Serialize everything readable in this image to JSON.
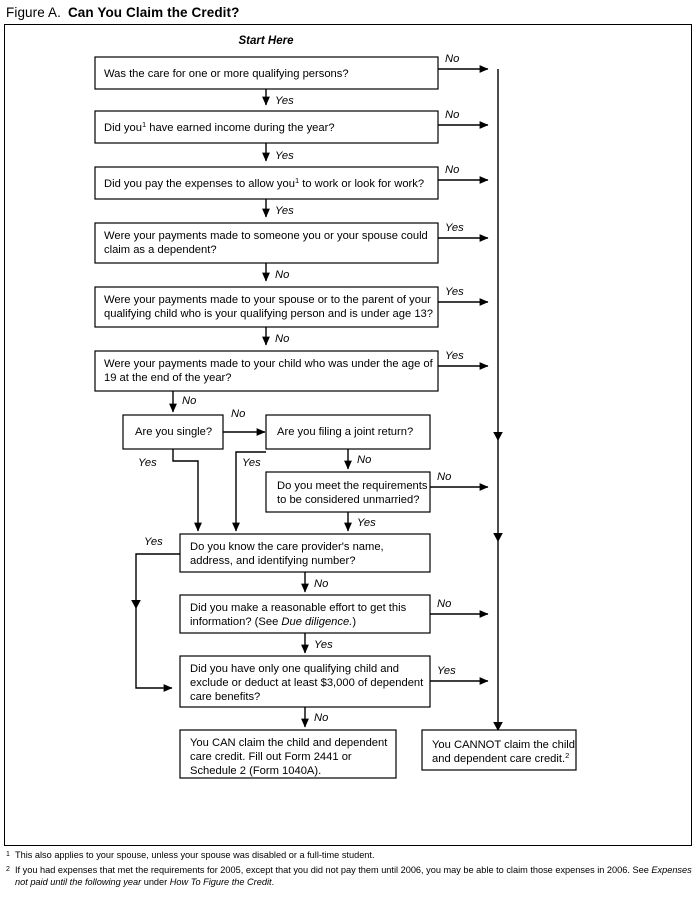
{
  "title": {
    "figure_label": "Figure A.",
    "heading": "Can You Claim the Credit?"
  },
  "flowchart": {
    "start_label": "Start Here",
    "nodes": [
      {
        "id": "q1",
        "text": "Was the care for one or more qualifying persons?"
      },
      {
        "id": "q2",
        "text": "Did you¹ have earned income during the year?"
      },
      {
        "id": "q3",
        "text": "Did you pay the expenses to allow you¹ to work or look for work?"
      },
      {
        "id": "q4",
        "line1": "Were your payments made to someone you or your spouse could",
        "line2": "claim as a dependent?"
      },
      {
        "id": "q5",
        "line1": "Were your payments made to your spouse or to the parent of your",
        "line2": "qualifying child who is your qualifying person and is under age 13?"
      },
      {
        "id": "q6",
        "line1": "Were your payments made to your child who was under the age of",
        "line2": "19 at the end of the year?"
      },
      {
        "id": "q7",
        "text": "Are you single?"
      },
      {
        "id": "q8",
        "text": "Are you filing a joint return?"
      },
      {
        "id": "q9",
        "line1": "Do you meet the requirements",
        "line2": "to be considered unmarried?"
      },
      {
        "id": "q10",
        "line1": "Do you know the care provider's name,",
        "line2": "address, and identifying number?"
      },
      {
        "id": "q11",
        "line1": "Did you make a reasonable effort to get this",
        "line2": "information? (See Due diligence.)"
      },
      {
        "id": "q12",
        "line1": "Did you have only one qualifying child and",
        "line2": "exclude or deduct at least $3,000 of dependent",
        "line3": "care benefits?"
      },
      {
        "id": "r1",
        "line1": "You CAN claim the child and dependent",
        "line2": "care credit. Fill out Form 2441 or",
        "line3": "Schedule 2 (Form 1040A)."
      },
      {
        "id": "r2",
        "line1": "You CANNOT claim the child",
        "line2": "and dependent care credit.²"
      }
    ],
    "edge_labels": {
      "q1_no": "No",
      "q1_yes": "Yes",
      "q2_no": "No",
      "q2_yes": "Yes",
      "q3_no": "No",
      "q3_yes": "Yes",
      "q4_yes": "Yes",
      "q4_no": "No",
      "q5_yes": "Yes",
      "q5_no": "No",
      "q6_yes": "Yes",
      "q6_no": "No",
      "q7_no": "No",
      "q7_yes": "Yes",
      "q8_yes": "Yes",
      "q8_no": "No",
      "q9_no": "No",
      "q9_yes": "Yes",
      "q10_yes": "Yes",
      "q10_no": "No",
      "q11_no": "No",
      "q11_yes": "Yes",
      "q12_yes": "Yes",
      "q12_no": "No"
    }
  },
  "footnotes": {
    "one_marker": "1",
    "one_text": "This also applies to your spouse, unless your spouse was disabled or a full-time student.",
    "two_marker": "2",
    "two_text_a": "If you had expenses that met the requirements for 2005, except that you did not pay them until 2006, you may be able to claim those expenses in 2006. See ",
    "two_italic_a": "Expenses not paid until the following year",
    "two_text_b": " under ",
    "two_italic_b": "How To Figure the Credit",
    "two_text_c": "."
  }
}
